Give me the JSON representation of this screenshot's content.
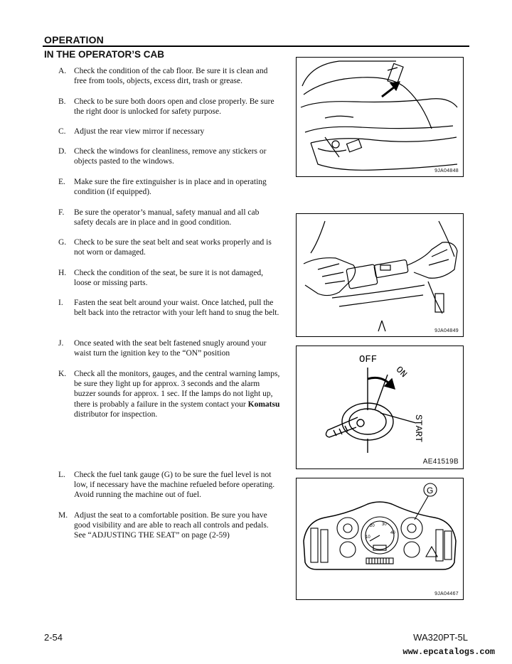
{
  "header": {
    "section": "OPERATION",
    "subsection": "IN THE OPERATOR’S CAB"
  },
  "items": [
    {
      "label": "A.",
      "text": "Check the condition of the cab floor. Be sure it is clean and free from tools, objects, excess dirt, trash or grease."
    },
    {
      "label": "B.",
      "text": "Check to be sure both doors open and close properly. Be sure the right door is unlocked for safety purpose."
    },
    {
      "label": "C.",
      "text": "Adjust the rear view mirror if necessary"
    },
    {
      "label": "D.",
      "text": "Check the windows for cleanliness, remove any stickers or objects pasted to the windows."
    },
    {
      "label": "E.",
      "text": "Make sure the fire extinguisher is in place and in operating condition (if equipped)."
    },
    {
      "label": "F.",
      "text": "Be sure the operator’s manual, safety manual and all cab safety decals are in place and in good condition."
    },
    {
      "label": "G.",
      "text": "Check to be sure the seat belt and seat works properly and is not worn or damaged."
    },
    {
      "label": "H.",
      "text": "Check the condition of the seat, be sure it is not damaged, loose or missing parts."
    },
    {
      "label": "I.",
      "text": "Fasten the seat belt around your waist. Once latched, pull the belt back into the retractor with your left hand to snug the belt."
    },
    {
      "label": "J.",
      "text": "Once seated with the seat belt fastened snugly around your waist turn the ignition key to the “ON” position"
    },
    {
      "label": "K.",
      "text_a": "Check all the monitors, gauges, and the central warning lamps, be sure they light up for approx. 3 seconds and the alarm buzzer sounds for approx. 1 sec. If the lamps do not light up, there is probably a failure in the system contact your ",
      "text_b": "Komatsu",
      "text_c": " distributor for inspection."
    },
    {
      "label": "L.",
      "text": "Check the fuel tank gauge (G) to be sure the fuel level is not low, if necessary have the machine refueled before operating. Avoid running the machine out of fuel."
    },
    {
      "label": "M.",
      "text": "Adjust the seat to a comfortable position. Be sure you have good visibility and are able to reach all controls and pedals. See “ADJUSTING THE SEAT” on page (2-59)"
    }
  ],
  "figures": {
    "seat": {
      "code": "9JA04848"
    },
    "belt": {
      "code": "9JA04849"
    },
    "ignition": {
      "code": "AE41519B",
      "off": "OFF",
      "on": "ON",
      "start": "START"
    },
    "panel": {
      "code": "9JA04467",
      "callout": "G",
      "gauge_marks": [
        "10",
        "20",
        "30",
        "40"
      ]
    }
  },
  "footer": {
    "page": "2-54",
    "model": "WA320PT-5L"
  },
  "watermark": "www.epcatalogs.com"
}
